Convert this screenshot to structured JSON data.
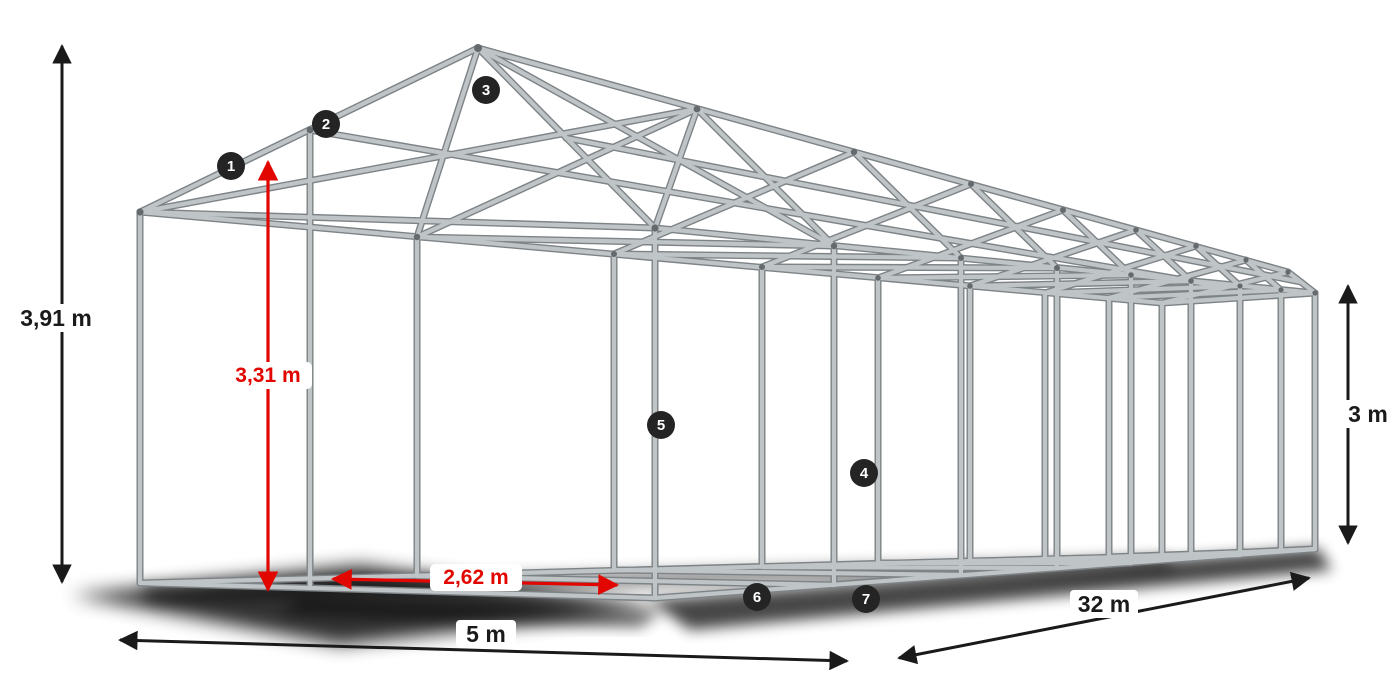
{
  "dimensions": {
    "total_height": "3,91 m",
    "inner_height": "3,31 m",
    "side_height": "3 m",
    "width": "5 m",
    "length": "32 m",
    "entrance_width": "2,62 m"
  },
  "part_markers": [
    "1",
    "2",
    "3",
    "4",
    "5",
    "6",
    "7"
  ],
  "colors": {
    "frame_tube": "#bfc4c6",
    "frame_outline": "#7d8386",
    "dimension_line": "#1a1a1a",
    "accent_red": "#e10600",
    "badge_background": "#242424",
    "shadow": "#000000"
  }
}
